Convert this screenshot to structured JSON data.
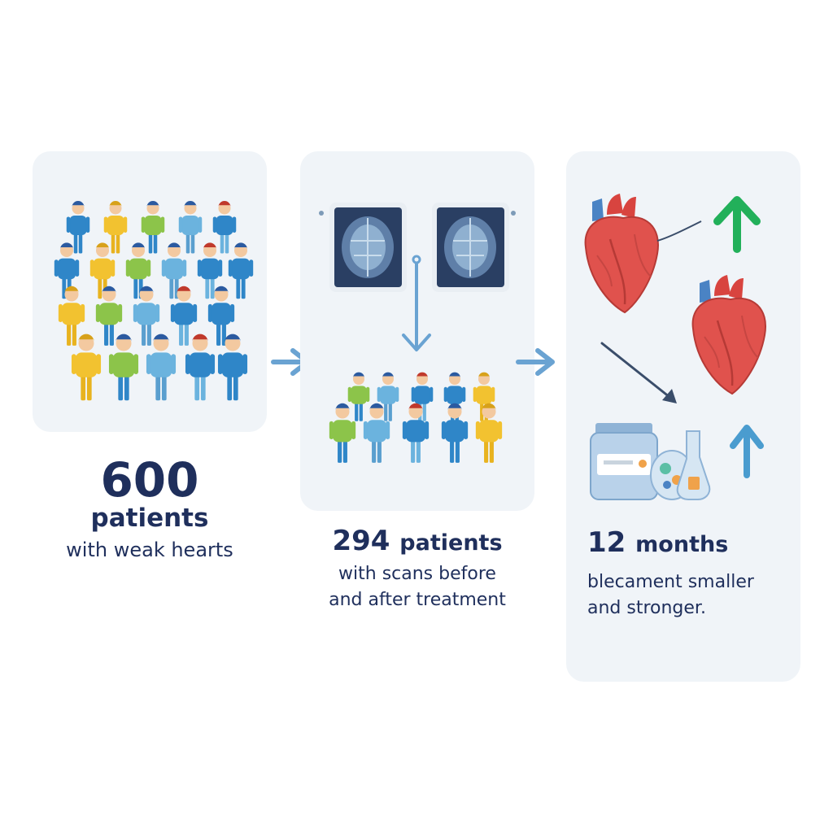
{
  "steps": [
    {
      "number": "600",
      "unit": "patients",
      "description": "with weak hearts"
    },
    {
      "number": "294",
      "unit": "patients",
      "description_line1": "with scans before",
      "description_line2": "and after treatment"
    },
    {
      "number": "12",
      "unit": "months",
      "description_line1": "blecament smaller",
      "description_line2": "and stronger."
    }
  ],
  "icons": {
    "crowd": "people-crowd-icon",
    "scan": "brain-scan-icon",
    "heart": "anatomical-heart-icon",
    "medicine": "medicine-bottle-icon",
    "up_arrow": "up-arrow-icon",
    "flow_arrow": "right-arrow-icon"
  },
  "colors": {
    "text": "#1f2f5c",
    "panel": "#f0f4f8",
    "arrow": "#6aa3d2",
    "heart": "#e0524d",
    "up_green": "#22b05a",
    "up_blue": "#4a9ccf"
  }
}
